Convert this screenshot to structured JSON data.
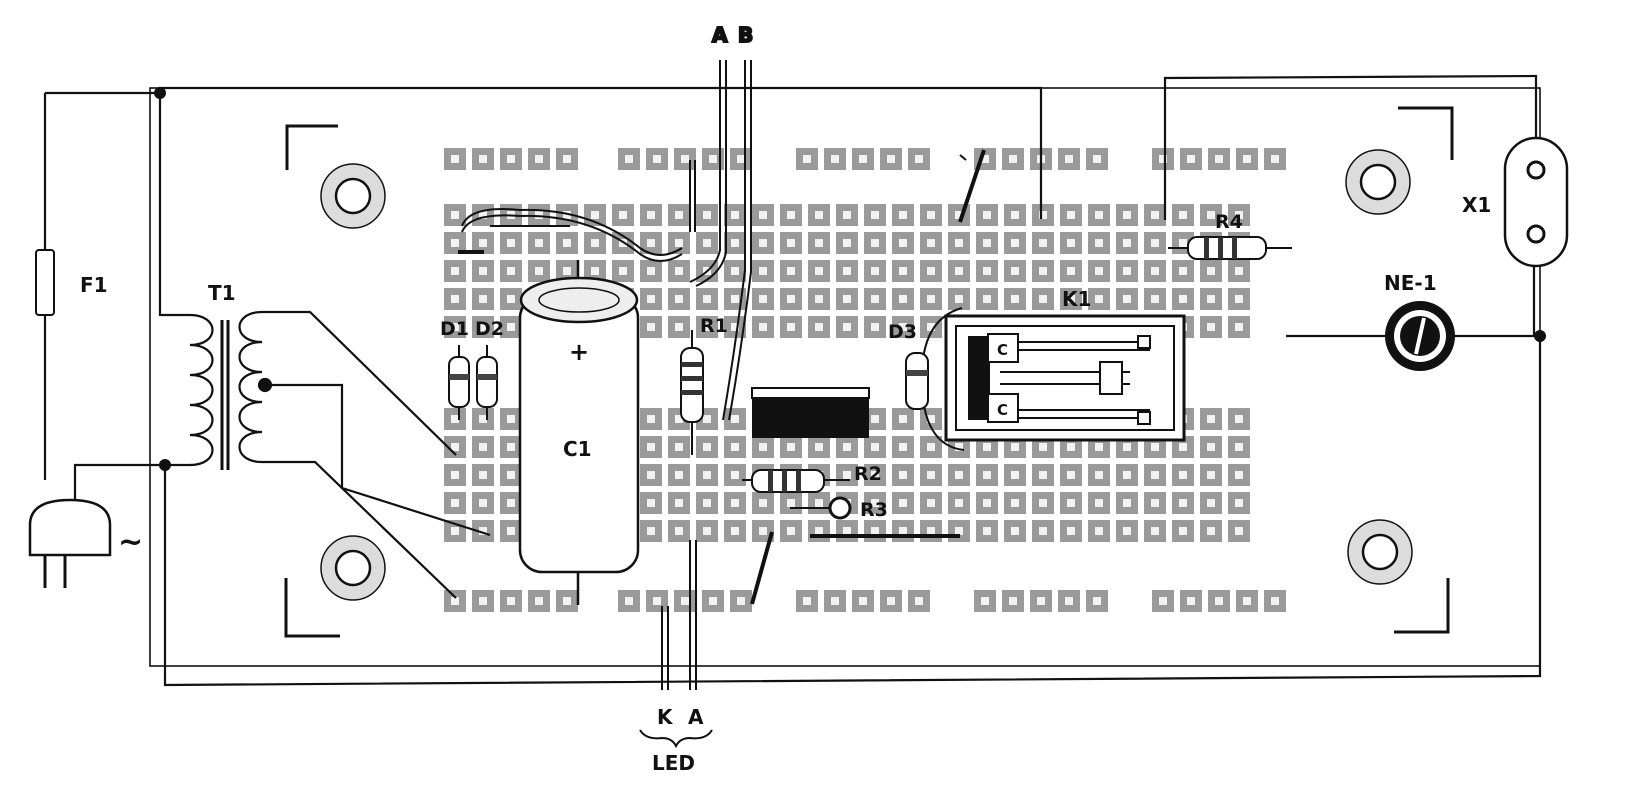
{
  "labels": {
    "fuse": "F1",
    "transformer": "T1",
    "diode1": "D1",
    "diode2": "D2",
    "diode3": "D3",
    "capacitor": "C1",
    "capacitor_polarity": "+",
    "resistor1": "R1",
    "resistor2": "R2",
    "resistor3": "R3",
    "resistor4": "R4",
    "relay": "K1",
    "relay_contact_top": "C",
    "relay_contact_bottom": "C",
    "neon_lamp": "NE-1",
    "socket": "X1",
    "wire_a": "A",
    "wire_b": "B",
    "led_k": "K",
    "led_a": "A",
    "led": "LED",
    "ac_symbol": "~"
  }
}
